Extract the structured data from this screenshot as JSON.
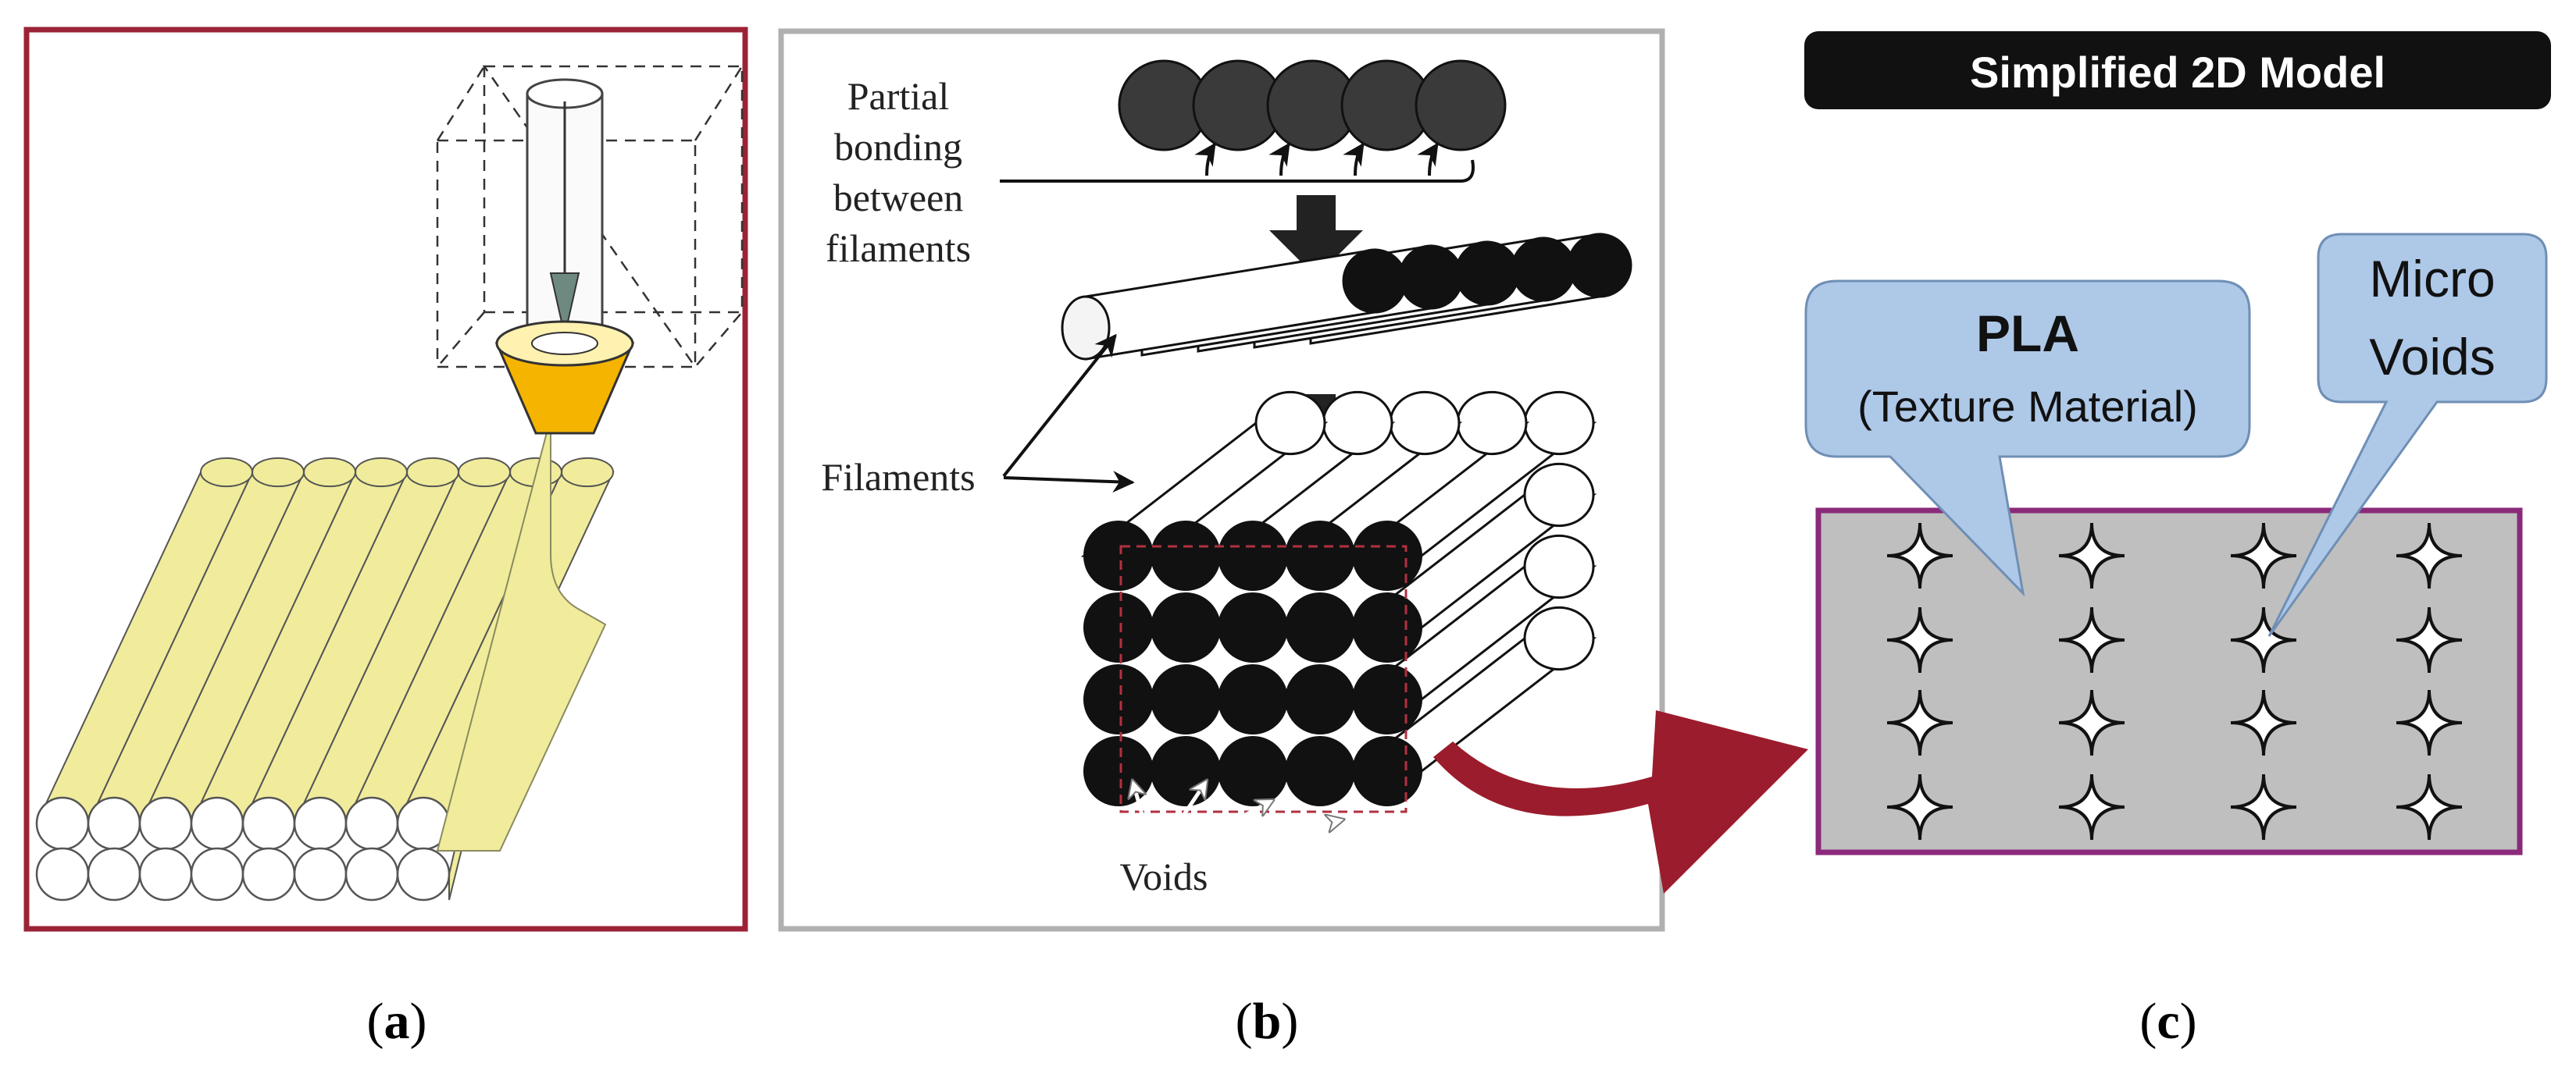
{
  "panel_a": {
    "caption": "(a)",
    "caption_letter": "a",
    "border_color": "#9b2335",
    "filament_color": "#f0ec9c",
    "nozzle_color": "#f5b400",
    "icon": "fdm-extruder-nozzle-icon"
  },
  "panel_b": {
    "caption": "(b)",
    "caption_letter": "b",
    "label_partial_lines": [
      "Partial",
      "bonding",
      "between",
      "filaments"
    ],
    "label_filaments": "Filaments",
    "label_voids": "Voids",
    "border_color": "#b0b0b0",
    "section_color": "#9b2335"
  },
  "panel_c": {
    "caption": "(c)",
    "caption_letter": "c",
    "title": "Simplified 2D Model",
    "pla_label": "PLA",
    "pla_sublabel": "(Texture Material)",
    "voids_label_lines": [
      "Micro",
      "Voids"
    ],
    "matrix_color": "#bfbfbf",
    "border_color": "#8b2a7a",
    "callout_color": "#aec8e8",
    "arrow_color": "#9b1c2c",
    "void_rows": 4,
    "void_cols": 4
  }
}
